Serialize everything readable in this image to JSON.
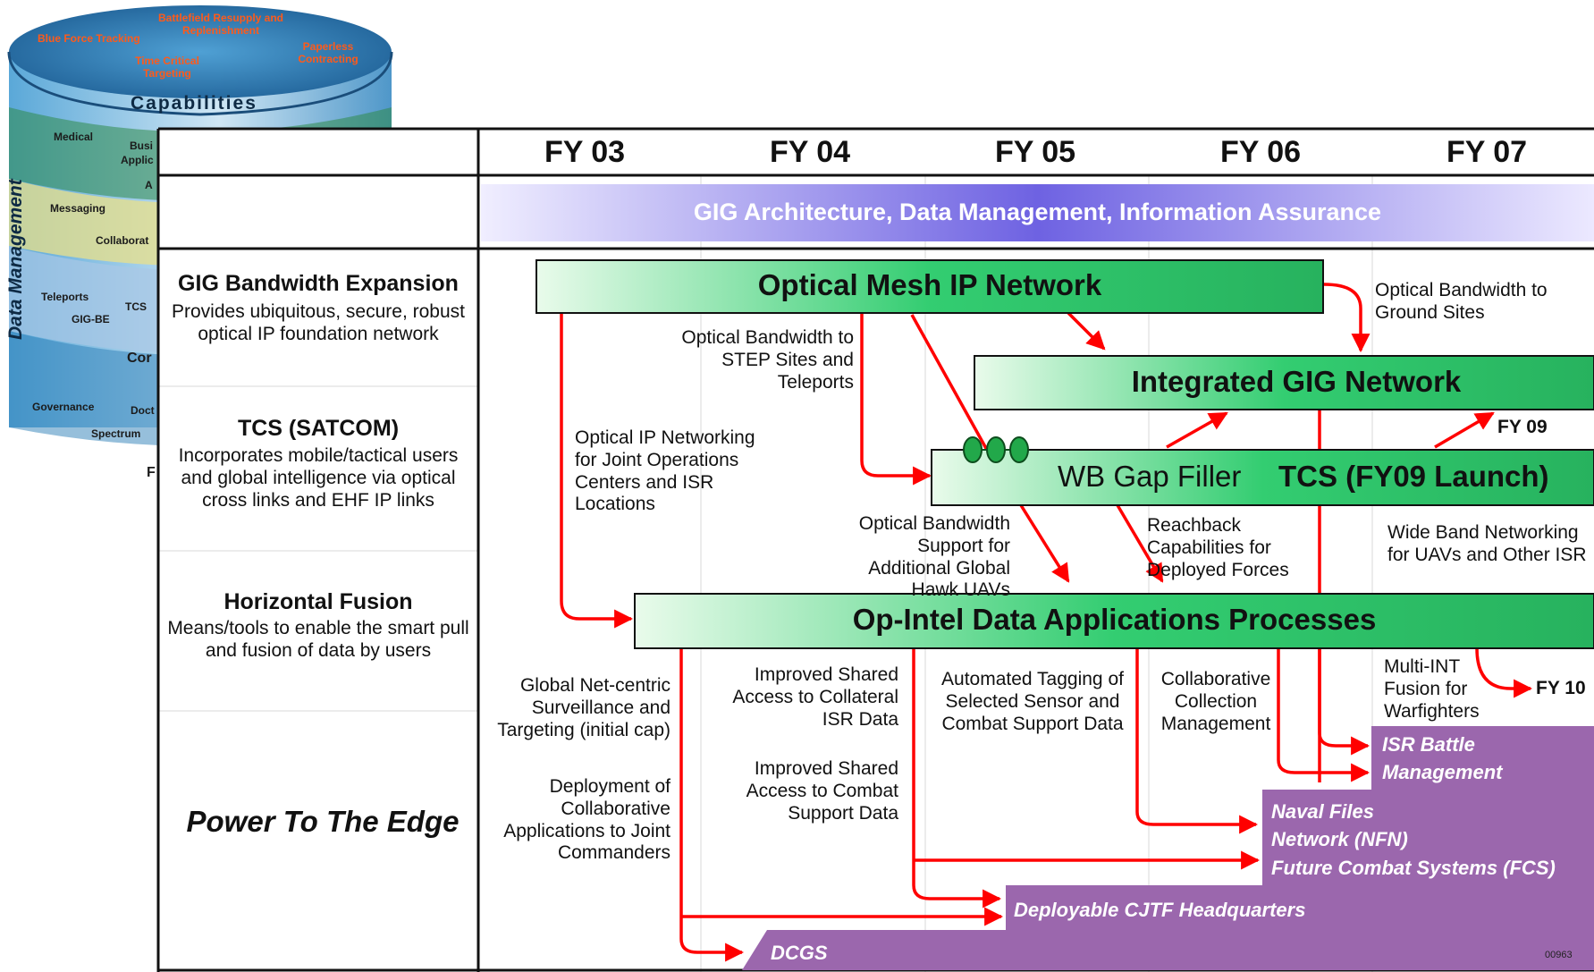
{
  "cylinder": {
    "top_labels": [
      "Blue Force Tracking",
      "Battlefield Resupply and Replenishment",
      "Time Critical Targeting",
      "Paperless Contracting"
    ],
    "capabilities": "Capabilities",
    "side_label": "Data Management",
    "layer_labels": [
      "Medical",
      "Busi",
      "Applic",
      "A",
      "Messaging",
      "Collaborat",
      "Teleports",
      "TCS",
      "GIG-BE",
      "Cor",
      "Governance",
      "Doct",
      "Spectrum",
      "F"
    ]
  },
  "years": [
    "FY 03",
    "FY 04",
    "FY 05",
    "FY 06",
    "FY 07"
  ],
  "architecture_banner": "GIG Architecture, Data Management, Information Assurance",
  "rows": [
    {
      "title": "GIG Bandwidth Expansion",
      "desc": "Provides ubiquitous, secure, robust optical IP foundation network"
    },
    {
      "title": "TCS (SATCOM)",
      "desc": "Incorporates mobile/tactical users and global intelligence via optical cross links and EHF IP links"
    },
    {
      "title": "Horizontal Fusion",
      "desc": "Means/tools to enable the smart pull and fusion of data by users"
    },
    {
      "title": "Power To The Edge",
      "desc": ""
    }
  ],
  "bars": {
    "optical_mesh": "Optical Mesh IP Network",
    "integrated_gig": "Integrated GIG Network",
    "wb_gap_filler": "WB Gap Filler",
    "tcs_launch": "TCS (FY09 Launch)",
    "op_intel": "Op-Intel Data Applications Processes"
  },
  "annotations": {
    "optical_ground": "Optical Bandwidth to Ground Sites",
    "optical_step": "Optical Bandwidth to STEP Sites and Teleports",
    "optical_ip_jointops": "Optical IP Networking for Joint Operations Centers and ISR Locations",
    "fy09": "FY 09",
    "optical_uav": "Optical Bandwidth Support for Additional Global Hawk UAVs",
    "reachback": "Reachback Capabilities for Deployed Forces",
    "wideband": "Wide Band Networking for UAVs and Other ISR",
    "global_netcentric": "Global Net-centric Surveillance and Targeting (initial cap)",
    "improved_collateral": "Improved Shared Access to Collateral ISR Data",
    "automated_tagging": "Automated Tagging of Selected Sensor and Combat Support Data",
    "collab_collection": "Collaborative Collection Management",
    "multi_int": "Multi-INT Fusion for Warfighters",
    "fy10": "FY 10",
    "deployment_collab": "Deployment of Collaborative Applications to Joint Commanders",
    "improved_combat": "Improved Shared Access to Combat Support Data"
  },
  "outcomes": {
    "isr_battle": "ISR Battle Management",
    "naval_files": "Naval Files Network (NFN)",
    "fcs": "Future Combat Systems (FCS)",
    "cjtf": "Deployable CJTF Headquarters",
    "dcgs": "DCGS"
  },
  "doc_id": "00963",
  "colors": {
    "arrow": "#ff0000",
    "green_dark": "#2ec86a",
    "green_light": "#e7fbe9",
    "purple": "#9b67ad",
    "banner_dark": "#6d5fe0",
    "banner_light": "#eae8ff"
  }
}
